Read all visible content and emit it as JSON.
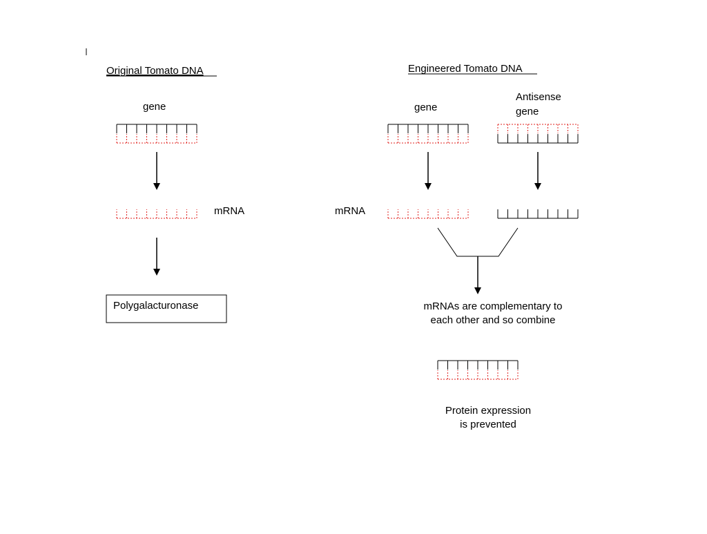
{
  "colors": {
    "strand_black": "#000000",
    "strand_red": "#e0201e",
    "text": "#000000",
    "background": "#ffffff"
  },
  "left": {
    "title": "Original Tomato DNA",
    "gene_label": "gene",
    "mrna_label": "mRNA",
    "product_label": "Polygalacturonase"
  },
  "right": {
    "title": "Engineered Tomato DNA",
    "gene_label": "gene",
    "antisense_label_line1": "Antisense",
    "antisense_label_line2": "gene",
    "mrna_label": "mRNA",
    "combine_line1": "mRNAs are complementary to",
    "combine_line2": "each other and so combine",
    "result_line1": "Protein expression",
    "result_line2": "is prevented"
  }
}
